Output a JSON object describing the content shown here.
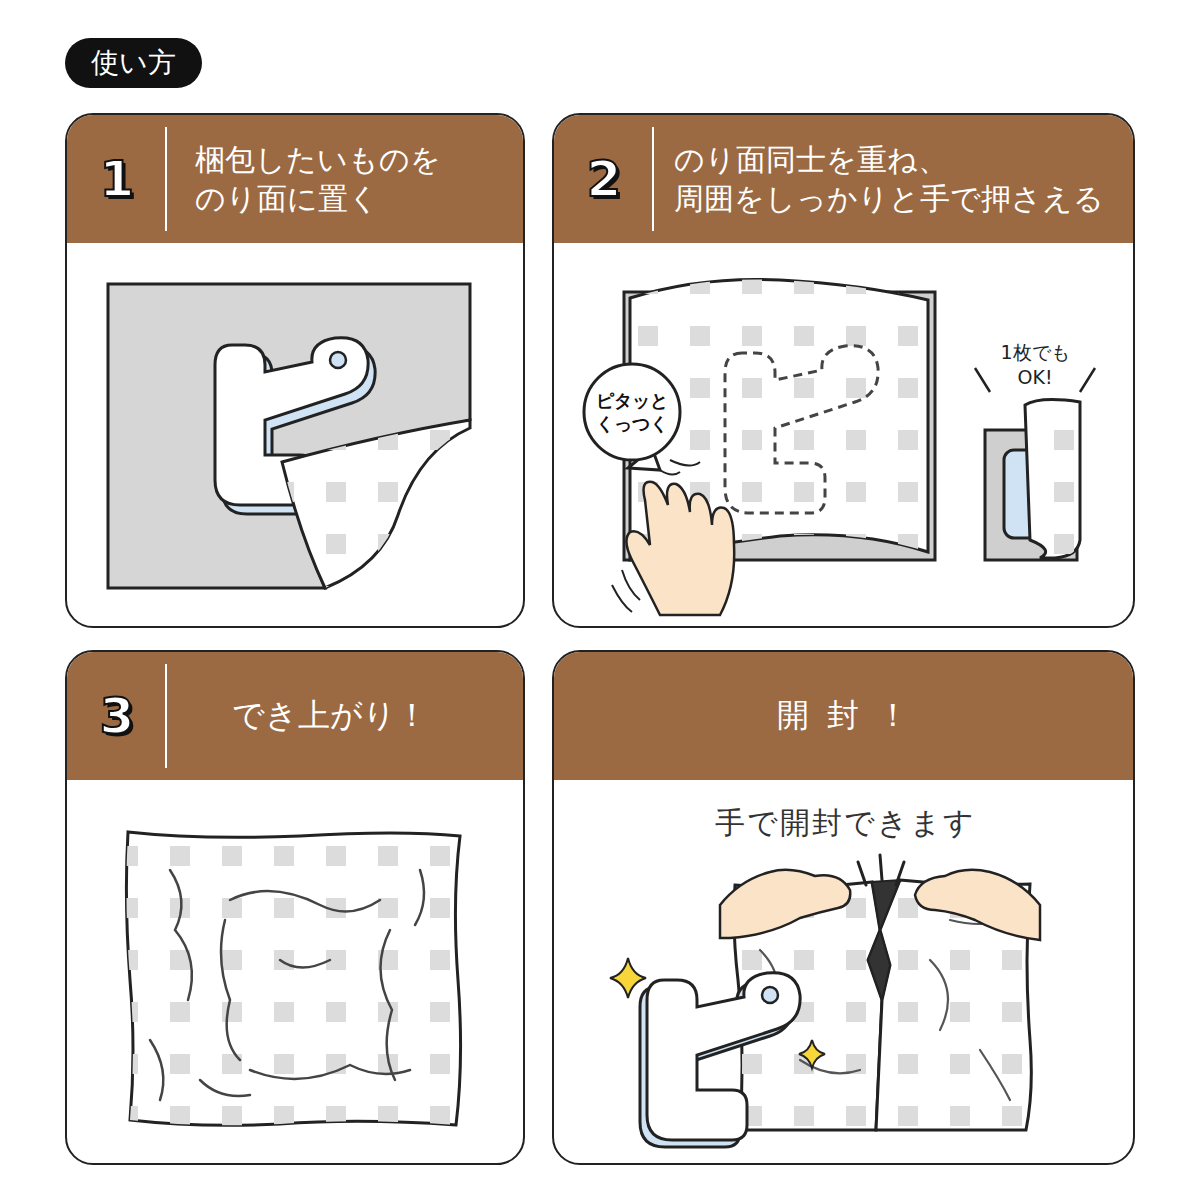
{
  "diagram": {
    "title": "使い方",
    "nodes": [
      {
        "text": [
          "1",
          "梱包したいものを のり面に置く"
        ]
      },
      {
        "text": [
          "2",
          "のり面同士を重ね、 周囲をしっかりと手で押さえる"
        ]
      },
      {
        "text": [
          "ピタッと くっつく"
        ],
        "in": 1
      },
      {
        "text": [
          "3",
          "でき上がり！"
        ]
      },
      {
        "text": [
          "開 封 ！",
          "手で開封できます"
        ]
      }
    ],
    "labels": [
      "1枚でも OK!"
    ]
  }
}
